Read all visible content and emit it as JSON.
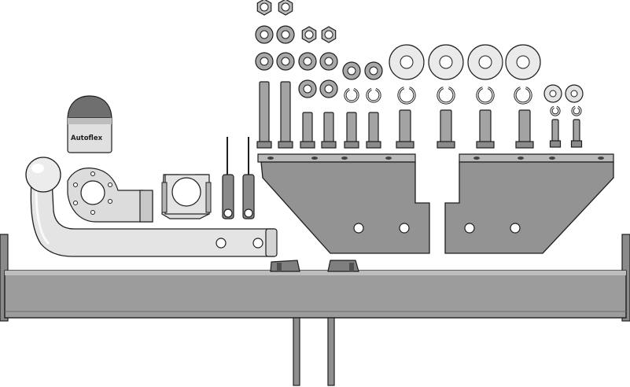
{
  "figure": {
    "cover_label": "Autoflex",
    "colors": {
      "outline": "#1e1e1e",
      "metal": "#9a9a9a",
      "metal_dark": "#6a6a6a",
      "metal_light": "#dcdcdc",
      "chrome": "#e6e6e6",
      "cap": "#7a7a7a",
      "bracket": "#8f8f8f",
      "background": "#ffffff"
    },
    "parts": [
      "tow-ball-neck",
      "socket-plate",
      "socket-cover",
      "mount-clip",
      "tie-rods",
      "bolts",
      "nuts",
      "washers",
      "spring-washers",
      "side-brackets",
      "cross-beam",
      "beam-clamps",
      "beam-legs"
    ]
  }
}
